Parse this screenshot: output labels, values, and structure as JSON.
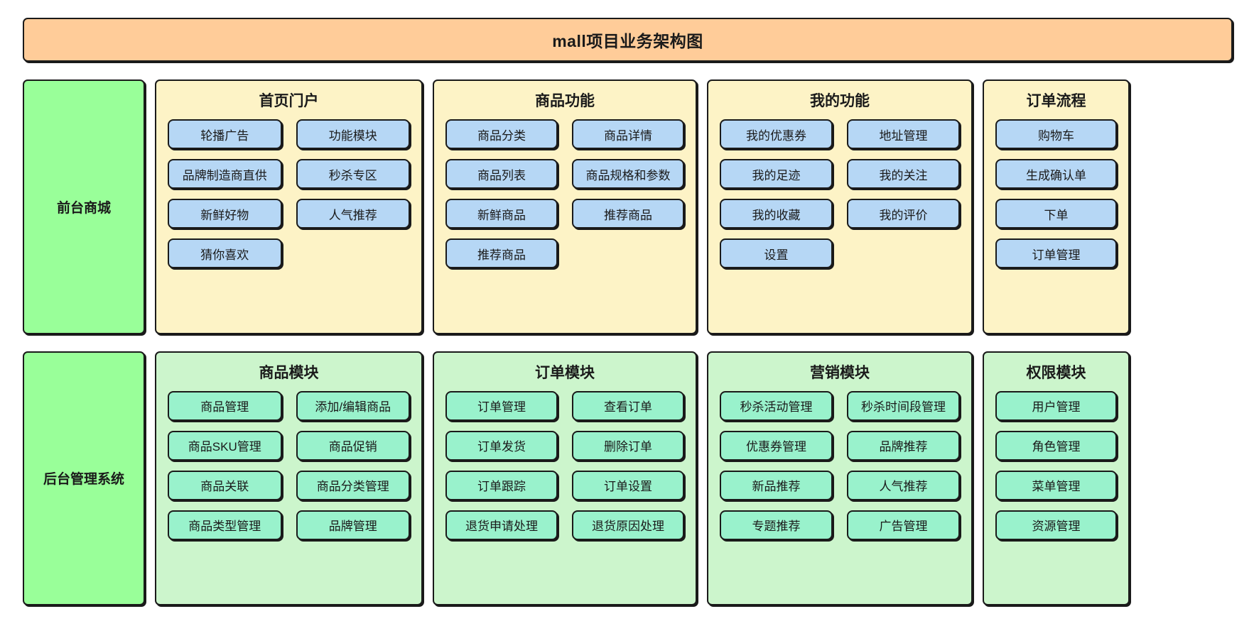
{
  "title": "mall项目业务架构图",
  "colors": {
    "banner_bg": "#ffcc99",
    "side_label_bg": "#99ff99",
    "frontend_group_bg": "#fdf3c6",
    "frontend_node_bg": "#b6d7f5",
    "backend_group_bg": "#ccf5cc",
    "backend_node_bg": "#99f2cc",
    "stroke": "#1a1a1a"
  },
  "rows": [
    {
      "side_label": "前台商城",
      "groups": [
        {
          "title": "首页门户",
          "columns": 2,
          "items": [
            "轮播广告",
            "功能模块",
            "品牌制造商直供",
            "秒杀专区",
            "新鲜好物",
            "人气推荐",
            "猜你喜欢"
          ]
        },
        {
          "title": "商品功能",
          "columns": 2,
          "items": [
            "商品分类",
            "商品详情",
            "商品列表",
            "商品规格和参数",
            "新鲜商品",
            "推荐商品",
            "推荐商品"
          ]
        },
        {
          "title": "我的功能",
          "columns": 2,
          "items": [
            "我的优惠券",
            "地址管理",
            "我的足迹",
            "我的关注",
            "我的收藏",
            "我的评价",
            "设置"
          ]
        },
        {
          "title": "订单流程",
          "columns": 1,
          "items": [
            "购物车",
            "生成确认单",
            "下单",
            "订单管理"
          ]
        }
      ]
    },
    {
      "side_label": "后台管理系统",
      "groups": [
        {
          "title": "商品模块",
          "columns": 2,
          "items": [
            "商品管理",
            "添加/编辑商品",
            "商品SKU管理",
            "商品促销",
            "商品关联",
            "商品分类管理",
            "商品类型管理",
            "品牌管理"
          ]
        },
        {
          "title": "订单模块",
          "columns": 2,
          "items": [
            "订单管理",
            "查看订单",
            "订单发货",
            "删除订单",
            "订单跟踪",
            "订单设置",
            "退货申请处理",
            "退货原因处理"
          ]
        },
        {
          "title": "营销模块",
          "columns": 2,
          "items": [
            "秒杀活动管理",
            "秒杀时间段管理",
            "优惠券管理",
            "品牌推荐",
            "新品推荐",
            "人气推荐",
            "专题推荐",
            "广告管理"
          ]
        },
        {
          "title": "权限模块",
          "columns": 1,
          "items": [
            "用户管理",
            "角色管理",
            "菜单管理",
            "资源管理"
          ]
        }
      ]
    }
  ]
}
